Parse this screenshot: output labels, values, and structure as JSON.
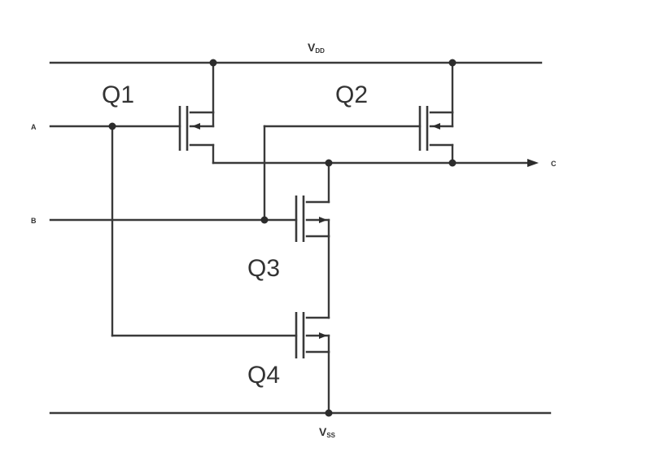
{
  "rails": {
    "vdd": {
      "main": "V",
      "sub": "DD"
    },
    "vss": {
      "main": "V",
      "sub": "SS"
    }
  },
  "ports": {
    "a": "A",
    "b": "B",
    "c": "C"
  },
  "transistors": {
    "q1": "Q1",
    "q2": "Q2",
    "q3": "Q3",
    "q4": "Q4"
  },
  "colors": {
    "wire": "#3a3a3a",
    "background": "#ffffff"
  }
}
